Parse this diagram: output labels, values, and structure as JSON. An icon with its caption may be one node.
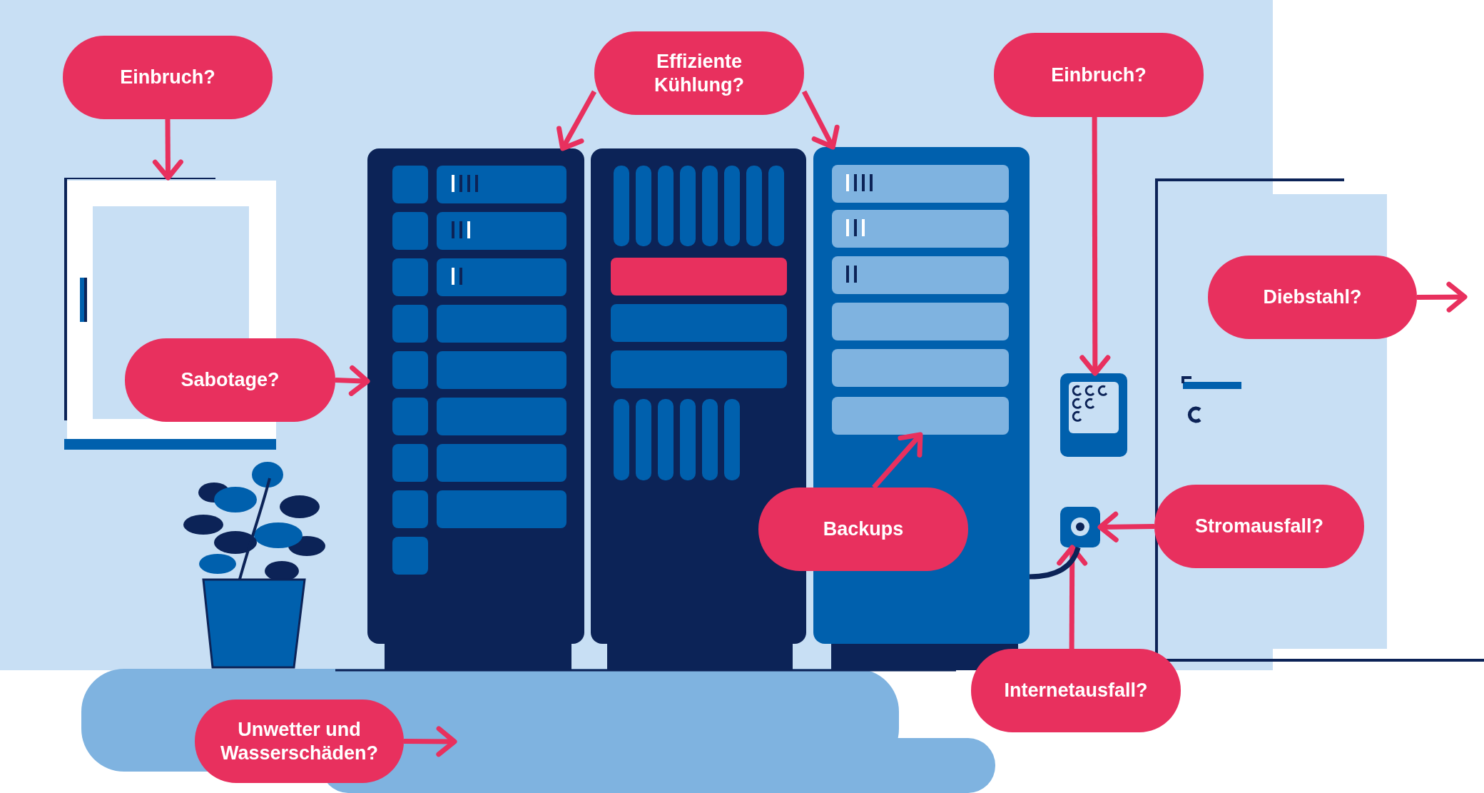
{
  "diagram": {
    "nodes": [
      {
        "text": [
          "Einbruch?"
        ]
      },
      {
        "text": [],
        "shape": "picture"
      },
      {
        "text": [
          "Effiziente Kühlung?"
        ]
      },
      {
        "text": [],
        "shape": "picture"
      },
      {
        "text": [],
        "shape": "picture"
      },
      {
        "text": [],
        "shape": "picture"
      },
      {
        "text": [],
        "shape": "box",
        "in": 5
      },
      {
        "text": [
          "Einbruch?"
        ]
      },
      {
        "text": [],
        "shape": "picture"
      },
      {
        "text": [
          "Diebstahl?"
        ]
      },
      {
        "text": [
          "Sabotage?"
        ]
      },
      {
        "text": [
          "Backups"
        ]
      },
      {
        "text": [
          "Stromausfall?"
        ]
      },
      {
        "text": [],
        "shape": "picture"
      },
      {
        "text": [
          "Internetausfall?"
        ]
      },
      {
        "text": [
          "Unwetter und Wasserschäden?"
        ]
      }
    ],
    "edges": [
      {
        "from": 0,
        "to": 1,
        "arrow": "to"
      },
      {
        "from": 2,
        "to": 3,
        "arrow": "to"
      },
      {
        "from": 2,
        "to": 5,
        "arrow": "to"
      },
      {
        "from": 7,
        "to": 8,
        "arrow": "to"
      },
      {
        "from": 9,
        "to": null,
        "arrow": "to"
      },
      {
        "from": 10,
        "to": 3,
        "arrow": "to"
      },
      {
        "from": 11,
        "to": 6,
        "arrow": "to"
      },
      {
        "from": 12,
        "to": 13,
        "arrow": "to"
      },
      {
        "from": 14,
        "to": 13,
        "arrow": "to"
      },
      {
        "from": 15,
        "to": null,
        "arrow": "to"
      },
      {
        "from": 5,
        "to": 13,
        "arrow": "none",
        "color": "#0c2357"
      }
    ]
  }
}
